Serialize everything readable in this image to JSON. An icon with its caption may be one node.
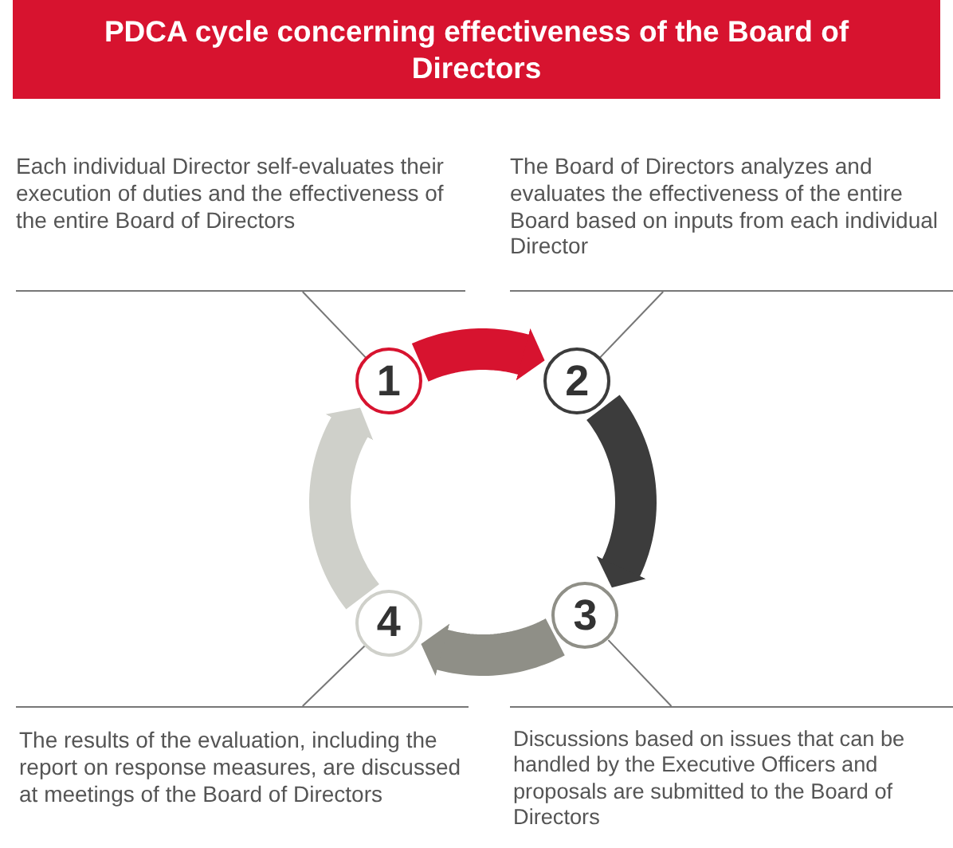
{
  "diagram": {
    "title": "PDCA cycle concerning effectiveness of the Board of Directors",
    "nodes": [
      {
        "text": [
          "Each individual Director self-evaluates their execution of duties and the effectiveness of the entire Board of Directors"
        ]
      },
      {
        "text": [
          "The Board of Directors analyzes and evaluates the effectiveness of the entire Board based on inputs from each individual Director"
        ]
      },
      {
        "text": [
          "The results of the evaluation, including the report on response measures, are discussed at meetings of the Board of Directors"
        ]
      },
      {
        "text": [
          "Discussions based on issues that can be handled by the Executive Officers and proposals are submitted to the Board of Directors"
        ]
      },
      {
        "text": [
          "1"
        ]
      },
      {
        "text": [
          "2"
        ]
      },
      {
        "text": [
          "3"
        ]
      },
      {
        "text": [
          "4"
        ]
      }
    ],
    "edges": [
      {
        "from": 0,
        "to": 4,
        "arrow": "none"
      },
      {
        "from": 1,
        "to": 5,
        "arrow": "none"
      },
      {
        "from": 2,
        "to": 7,
        "arrow": "none"
      },
      {
        "from": 3,
        "to": 6,
        "arrow": "none"
      },
      {
        "from": 4,
        "to": 5,
        "arrow": "to",
        "style": "thick",
        "color": "#d7132f"
      },
      {
        "from": 5,
        "to": 6,
        "arrow": "to",
        "style": "thick",
        "color": "#3c3c3c"
      },
      {
        "from": 6,
        "to": 7,
        "arrow": "to",
        "style": "thick",
        "color": "#8f8f87"
      },
      {
        "from": 7,
        "to": 4,
        "arrow": "to",
        "style": "thick",
        "color": "#cfd0ca"
      }
    ]
  }
}
